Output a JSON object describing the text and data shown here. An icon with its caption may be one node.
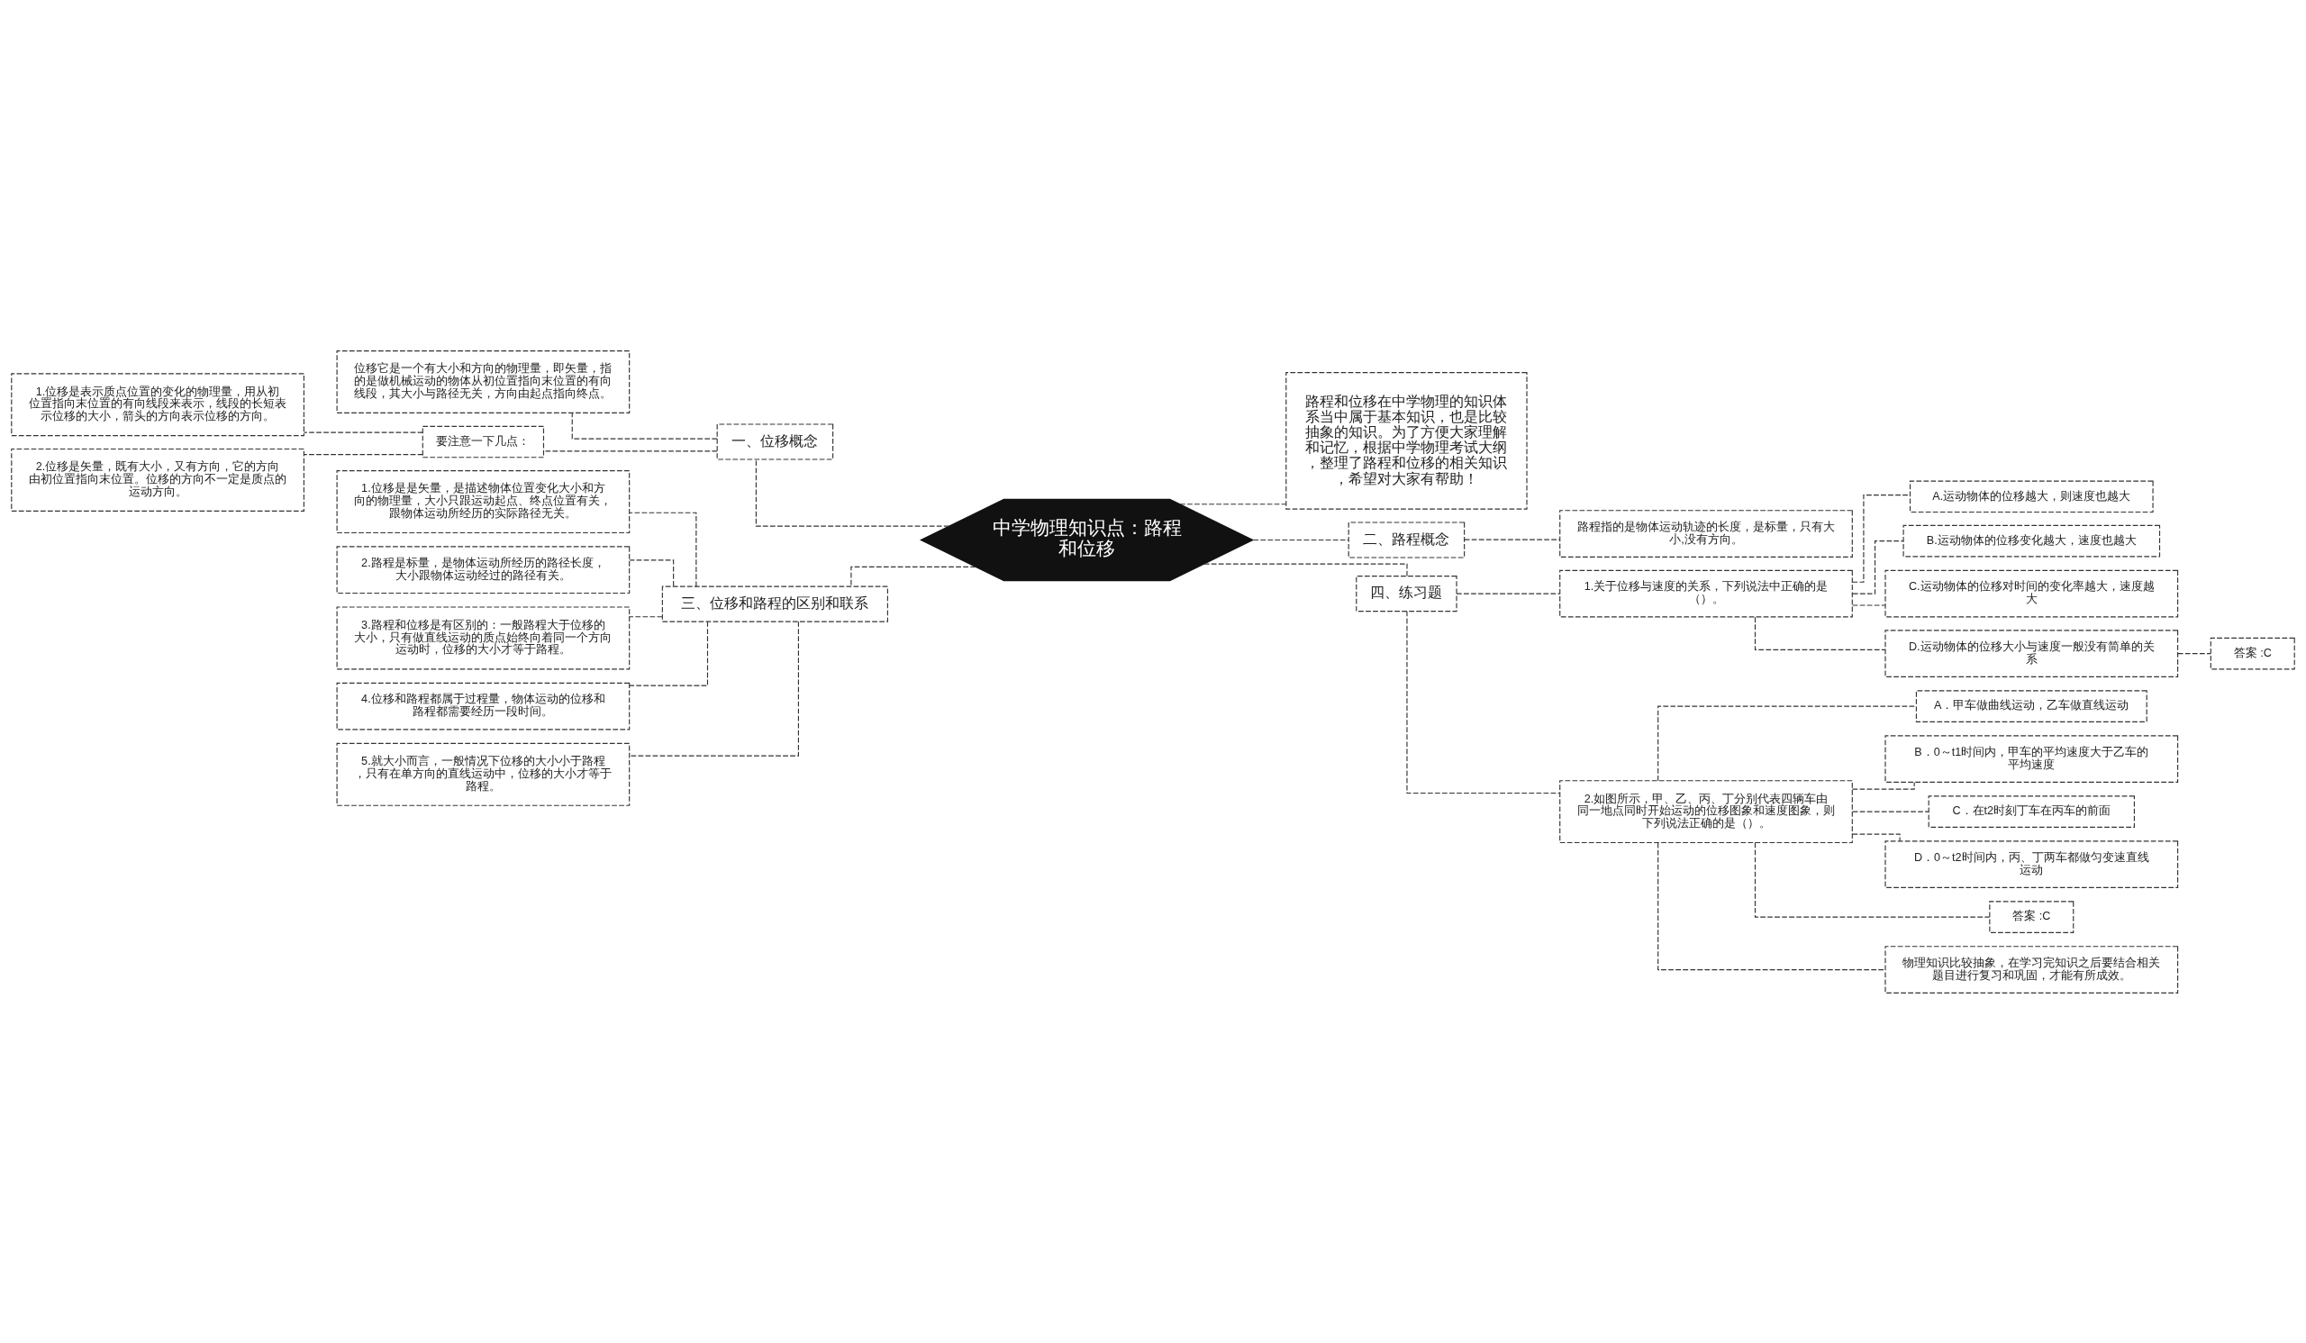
{
  "diagram": {
    "nodes": [
      {
        "text": [
          "中学物理知识点：路程和位移"
        ]
      },
      {
        "text": [
          "一、位移概念"
        ]
      },
      {
        "text": [
          "位移它是一个有大小和方向的物理量，即矢量，指的是做机械运动的物体从初位置指向末位置的有向线段，其大小与路径无关，方向由起点指向终点。"
        ]
      },
      {
        "text": [
          "要注意一下几点："
        ]
      },
      {
        "text": [
          "1.位移是表示质点位置的变化的物理量，用从初位置指向末位置的有向线段来表示，线段的长短表示位移的大小，箭头的方向表示位移的方向。"
        ]
      },
      {
        "text": [
          "2.位移是矢量，既有大小，又有方向，它的方向由初位置指向末位置。位移的方向不一定是质点的运动方向。"
        ]
      },
      {
        "text": [
          "三、位移和路程的区别和联系"
        ]
      },
      {
        "text": [
          "1.位移是是矢量，是描述物体位置变化大小和方向的物理量，大小只跟运动起点、终点位置有关，跟物体运动所经历的实际路径无关。"
        ]
      },
      {
        "text": [
          "2.路程是标量，是物体运动所经历的路径长度，大小跟物体运动经过的路径有关。"
        ]
      },
      {
        "text": [
          "3.路程和位移是有区别的：一般路程大于位移的大小，只有做直线运动的质点始终向着同一个方向运动时，位移的大小才等于路程。"
        ]
      },
      {
        "text": [
          "4.位移和路程都属于过程量，物体运动的位移和路程都需要经历一段时间。"
        ]
      },
      {
        "text": [
          "5.就大小而言，一般情况下位移的大小小于路程，只有在单方向的直线运动中，位移的大小才等于路程。"
        ]
      },
      {
        "text": [
          "路程和位移在中学物理的知识体系当中属于基本知识，也是比较抽象的知识。为了方便大家理解和记忆，根据中学物理考试大纲，整理了路程和位移的相关知识，希望对大家有帮助！"
        ]
      },
      {
        "text": [
          "二、路程概念"
        ]
      },
      {
        "text": [
          "路程指的是物体运动轨迹的长度，是标量，只有大小,没有方向。"
        ]
      },
      {
        "text": [
          "四、练习题"
        ]
      },
      {
        "text": [
          "1.关于位移与速度的关系，下列说法中正确的是（）。"
        ]
      },
      {
        "text": [
          "A.运动物体的位移越大，则速度也越大"
        ]
      },
      {
        "text": [
          "B.运动物体的位移变化越大，速度也越大"
        ]
      },
      {
        "text": [
          "C.运动物体的位移对时间的变化率越大，速度越大"
        ]
      },
      {
        "text": [
          "D.运动物体的位移大小与速度一般没有简单的关系"
        ]
      },
      {
        "text": [
          "答案 :C"
        ]
      },
      {
        "text": [
          "2.如图所示，甲、乙、丙、丁分别代表四辆车由同一地点同时开始运动的位移图象和速度图象，则下列说法正确的是（）。"
        ]
      },
      {
        "text": [
          "A．甲车做曲线运动，乙车做直线运动"
        ]
      },
      {
        "text": [
          "B．0～t1时间内，甲车的平均速度大于乙车的平均速度"
        ]
      },
      {
        "text": [
          "C．在t2时刻丁车在丙车的前面"
        ]
      },
      {
        "text": [
          "D．0～t2时间内，丙、丁两车都做匀变速直线运动"
        ]
      },
      {
        "text": [
          "答案 :C"
        ]
      },
      {
        "text": [
          "物理知识比较抽象，在学习完知识之后要结合相关题目进行复习和巩固，才能有所成效。"
        ]
      }
    ],
    "edges": [
      {
        "from": 0,
        "to": 1,
        "arrow": "none"
      },
      {
        "from": 1,
        "to": 2,
        "arrow": "none"
      },
      {
        "from": 1,
        "to": 3,
        "arrow": "none"
      },
      {
        "from": 3,
        "to": 4,
        "arrow": "none"
      },
      {
        "from": 3,
        "to": 5,
        "arrow": "none"
      },
      {
        "from": 0,
        "to": 6,
        "arrow": "none"
      },
      {
        "from": 6,
        "to": 7,
        "arrow": "none"
      },
      {
        "from": 6,
        "to": 8,
        "arrow": "none"
      },
      {
        "from": 6,
        "to": 9,
        "arrow": "none"
      },
      {
        "from": 6,
        "to": 10,
        "arrow": "none"
      },
      {
        "from": 6,
        "to": 11,
        "arrow": "none"
      },
      {
        "from": 0,
        "to": 12,
        "arrow": "none"
      },
      {
        "from": 0,
        "to": 13,
        "arrow": "none"
      },
      {
        "from": 13,
        "to": 14,
        "arrow": "none"
      },
      {
        "from": 0,
        "to": 15,
        "arrow": "none"
      },
      {
        "from": 15,
        "to": 16,
        "arrow": "none"
      },
      {
        "from": 16,
        "to": 17,
        "arrow": "none"
      },
      {
        "from": 16,
        "to": 18,
        "arrow": "none"
      },
      {
        "from": 16,
        "to": 19,
        "arrow": "none"
      },
      {
        "from": 16,
        "to": 20,
        "arrow": "none"
      },
      {
        "from": 20,
        "to": 21,
        "arrow": "none"
      },
      {
        "from": 15,
        "to": 22,
        "arrow": "none"
      },
      {
        "from": 22,
        "to": 23,
        "arrow": "none"
      },
      {
        "from": 22,
        "to": 24,
        "arrow": "none"
      },
      {
        "from": 22,
        "to": 25,
        "arrow": "none"
      },
      {
        "from": 22,
        "to": 26,
        "arrow": "none"
      },
      {
        "from": 22,
        "to": 27,
        "arrow": "none"
      },
      {
        "from": 22,
        "to": 28,
        "arrow": "none"
      }
    ]
  }
}
